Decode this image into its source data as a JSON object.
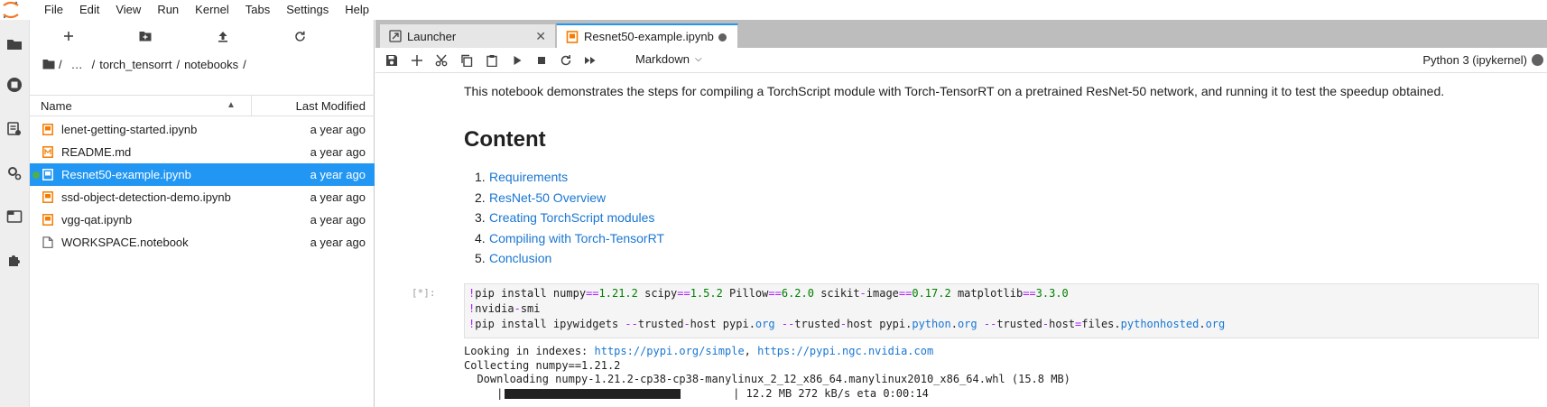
{
  "menubar": {
    "items": [
      "File",
      "Edit",
      "View",
      "Run",
      "Kernel",
      "Tabs",
      "Settings",
      "Help"
    ]
  },
  "left_strip": {
    "icons": [
      "folder-icon",
      "running-icon",
      "commands-icon",
      "property-inspector-icon",
      "tabs-icon",
      "extension-icon"
    ]
  },
  "filebrowser": {
    "breadcrumb": {
      "root": "/",
      "ellipsis": "…",
      "parts": [
        "torch_tensorrt",
        "notebooks"
      ]
    },
    "header": {
      "name": "Name",
      "modified": "Last Modified"
    },
    "files": [
      {
        "name": "lenet-getting-started.ipynb",
        "modified": "a year ago",
        "type": "notebook",
        "selected": false,
        "running": false
      },
      {
        "name": "README.md",
        "modified": "a year ago",
        "type": "markdown",
        "selected": false,
        "running": false
      },
      {
        "name": "Resnet50-example.ipynb",
        "modified": "a year ago",
        "type": "notebook",
        "selected": true,
        "running": true
      },
      {
        "name": "ssd-object-detection-demo.ipynb",
        "modified": "a year ago",
        "type": "notebook",
        "selected": false,
        "running": false
      },
      {
        "name": "vgg-qat.ipynb",
        "modified": "a year ago",
        "type": "notebook",
        "selected": false,
        "running": false
      },
      {
        "name": "WORKSPACE.notebook",
        "modified": "a year ago",
        "type": "file",
        "selected": false,
        "running": false
      }
    ]
  },
  "tabs": [
    {
      "label": "Launcher",
      "active": false
    },
    {
      "label": "Resnet50-example.ipynb",
      "active": true
    }
  ],
  "nb_toolbar": {
    "cell_type": "Markdown",
    "kernel": "Python 3 (ipykernel)"
  },
  "notebook": {
    "intro": "This notebook demonstrates the steps for compiling a TorchScript module with Torch-TensorRT on a pretrained ResNet-50 network, and running it to test the speedup obtained.",
    "heading": "Content",
    "toc": [
      {
        "num": "1.",
        "label": "Requirements"
      },
      {
        "num": "2.",
        "label": "ResNet-50 Overview"
      },
      {
        "num": "3.",
        "label": "Creating TorchScript modules"
      },
      {
        "num": "4.",
        "label": "Compiling with Torch-TensorRT"
      },
      {
        "num": "5.",
        "label": "Conclusion"
      }
    ],
    "prompt": "[*]:",
    "output": {
      "line1_prefix": "Looking in indexes: ",
      "link1": "https://pypi.org/simple",
      "sep": ", ",
      "link2": "https://pypi.ngc.nvidia.com",
      "line2": "Collecting numpy==1.21.2",
      "line3": "  Downloading numpy-1.21.2-cp38-cp38-manylinux_2_12_x86_64.manylinux2010_x86_64.whl (15.8 MB)",
      "progress_prefix": "     |",
      "progress_suffix": "        | 12.2 MB 272 kB/s eta 0:00:14",
      "progress_fraction": 0.77
    }
  },
  "colors": {
    "accent": "#2196f3",
    "link": "#1976d2",
    "notebook_icon": "#f57c00"
  }
}
